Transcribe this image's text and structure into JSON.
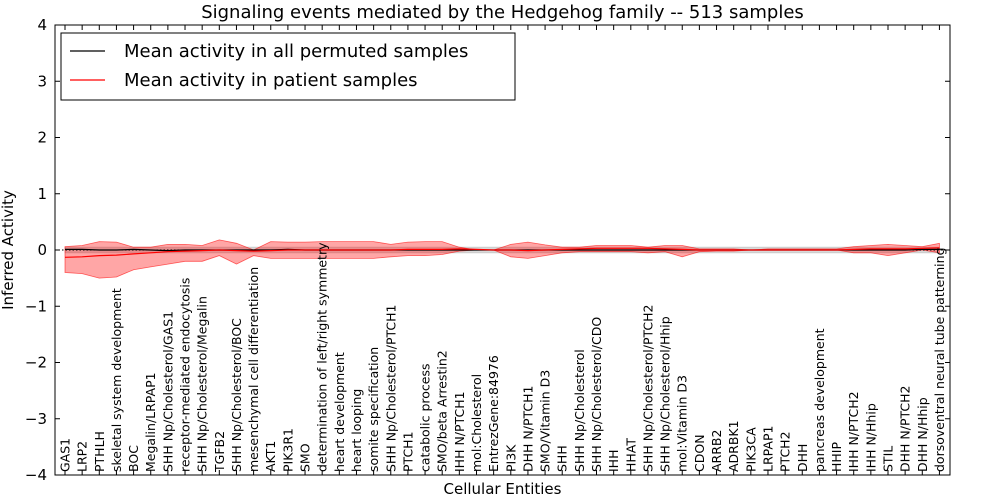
{
  "chart_data": {
    "type": "line",
    "title": "Signaling events mediated by the Hedgehog family -- 513 samples",
    "xlabel": "Cellular Entities",
    "ylabel": "Inferred Activity",
    "ylim": [
      -4,
      4
    ],
    "yticks": [
      "4",
      "3",
      "2",
      "1",
      "0",
      "−1",
      "−2",
      "−3",
      "−4"
    ],
    "ytick_values": [
      4,
      3,
      2,
      1,
      0,
      -1,
      -2,
      -3,
      -4
    ],
    "grid": false,
    "legend_position": "top-left",
    "categories": [
      "GAS1",
      "LRP2",
      "PTHLH",
      "skeletal system development",
      "BOC",
      "Megalin/LRPAP1",
      "SHH Np/Cholesterol/GAS1",
      "receptor-mediated endocytosis",
      "SHH Np/Cholesterol/Megalin",
      "TGFB2",
      "SHH Np/Cholesterol/BOC",
      "mesenchymal cell differentiation",
      "AKT1",
      "PIK3R1",
      "SMO",
      "determination of left/right symmetry",
      "heart development",
      "heart looping",
      "somite specification",
      "SHH Np/Cholesterol/PTCH1",
      "PTCH1",
      "catabolic process",
      "SMO/beta Arrestin2",
      "IHH N/PTCH1",
      "mol:Cholesterol",
      "EntrezGene:84976",
      "PI3K",
      "DHH N/PTCH1",
      "SMO/Vitamin D3",
      "SHH",
      "SHH Np/Cholesterol",
      "SHH Np/Cholesterol/CDO",
      "IHH",
      "HHAT",
      "SHH Np/Cholesterol/PTCH2",
      "SHH Np/Cholesterol/Hhip",
      "mol:Vitamin D3",
      "CDON",
      "ARRB2",
      "ADRBK1",
      "PIK3CA",
      "LRPAP1",
      "PTCH2",
      "DHH",
      "pancreas development",
      "HHIP",
      "IHH N/PTCH2",
      "IHH N/Hhip",
      "STIL",
      "DHH N/PTCH2",
      "DHH N/Hhip",
      "dorsoventral neural tube patterning"
    ],
    "series": [
      {
        "name": "Mean activity in all permuted samples",
        "color": "#000000",
        "values": [
          0.01,
          0.01,
          0.0,
          0.0,
          0.01,
          0.0,
          -0.01,
          0.0,
          0.0,
          0.0,
          0.0,
          0.0,
          0.0,
          0.01,
          0.0,
          0.0,
          0.0,
          0.0,
          0.0,
          0.0,
          0.0,
          0.0,
          0.0,
          0.0,
          0.0,
          0.0,
          0.0,
          0.0,
          0.0,
          0.0,
          0.0,
          0.0,
          0.0,
          0.0,
          0.0,
          0.0,
          0.0,
          0.0,
          0.0,
          0.0,
          0.0,
          0.0,
          0.0,
          0.0,
          0.0,
          0.0,
          0.0,
          0.0,
          0.0,
          0.0,
          0.01,
          0.01
        ],
        "band_upper": [
          0.05,
          0.05,
          0.05,
          0.05,
          0.05,
          0.05,
          0.05,
          0.05,
          0.05,
          0.05,
          0.05,
          0.05,
          0.05,
          0.05,
          0.05,
          0.05,
          0.05,
          0.05,
          0.05,
          0.05,
          0.05,
          0.05,
          0.05,
          0.05,
          0.05,
          0.05,
          0.05,
          0.05,
          0.05,
          0.05,
          0.05,
          0.05,
          0.05,
          0.05,
          0.05,
          0.05,
          0.05,
          0.05,
          0.05,
          0.05,
          0.05,
          0.05,
          0.05,
          0.05,
          0.05,
          0.05,
          0.05,
          0.05,
          0.05,
          0.05,
          0.05,
          0.05
        ],
        "band_lower": [
          -0.05,
          -0.05,
          -0.05,
          -0.05,
          -0.05,
          -0.05,
          -0.05,
          -0.05,
          -0.05,
          -0.05,
          -0.05,
          -0.05,
          -0.05,
          -0.05,
          -0.05,
          -0.05,
          -0.05,
          -0.05,
          -0.05,
          -0.05,
          -0.05,
          -0.05,
          -0.05,
          -0.05,
          -0.05,
          -0.05,
          -0.05,
          -0.05,
          -0.05,
          -0.05,
          -0.05,
          -0.05,
          -0.05,
          -0.05,
          -0.05,
          -0.05,
          -0.05,
          -0.05,
          -0.05,
          -0.05,
          -0.05,
          -0.05,
          -0.05,
          -0.05,
          -0.05,
          -0.05,
          -0.05,
          -0.05,
          -0.05,
          -0.05,
          -0.05,
          -0.05
        ],
        "band_color": "#b3b3b3"
      },
      {
        "name": "Mean activity in patient samples",
        "color": "#ff0000",
        "values": [
          -0.13,
          -0.12,
          -0.1,
          -0.09,
          -0.07,
          -0.05,
          -0.03,
          -0.02,
          -0.01,
          0.0,
          -0.01,
          -0.02,
          -0.01,
          0.0,
          0.0,
          0.0,
          0.0,
          0.0,
          0.0,
          0.0,
          0.01,
          0.01,
          0.01,
          0.02,
          0.01,
          0.0,
          0.0,
          -0.01,
          0.0,
          0.01,
          0.02,
          0.03,
          0.03,
          0.03,
          0.03,
          0.02,
          0.01,
          0.0,
          0.0,
          0.0,
          0.0,
          0.0,
          0.0,
          0.0,
          0.0,
          0.0,
          0.01,
          0.02,
          0.02,
          0.02,
          0.03,
          0.04
        ],
        "band_upper": [
          0.06,
          0.08,
          0.15,
          0.14,
          0.05,
          0.05,
          0.1,
          0.1,
          0.08,
          0.18,
          0.12,
          0.0,
          0.15,
          0.14,
          0.14,
          0.15,
          0.15,
          0.15,
          0.15,
          0.1,
          0.14,
          0.15,
          0.15,
          0.05,
          0.0,
          0.0,
          0.1,
          0.14,
          0.09,
          0.05,
          0.05,
          0.08,
          0.08,
          0.08,
          0.05,
          0.08,
          0.08,
          0.02,
          0.02,
          0.02,
          0.0,
          0.02,
          0.02,
          0.02,
          0.02,
          0.02,
          0.06,
          0.08,
          0.1,
          0.08,
          0.06,
          0.12
        ],
        "band_lower": [
          -0.4,
          -0.42,
          -0.5,
          -0.48,
          -0.35,
          -0.3,
          -0.25,
          -0.2,
          -0.2,
          -0.1,
          -0.25,
          -0.1,
          -0.15,
          -0.15,
          -0.15,
          -0.15,
          -0.15,
          -0.15,
          -0.15,
          -0.12,
          -0.1,
          -0.1,
          -0.08,
          -0.02,
          0.0,
          0.0,
          -0.12,
          -0.15,
          -0.1,
          -0.05,
          -0.03,
          -0.03,
          -0.03,
          -0.03,
          -0.05,
          -0.03,
          -0.12,
          -0.03,
          -0.02,
          -0.02,
          0.0,
          0.0,
          0.0,
          0.0,
          0.0,
          0.0,
          -0.05,
          -0.05,
          -0.1,
          -0.05,
          0.0,
          -0.05
        ],
        "band_color": "#ff0000"
      }
    ]
  }
}
